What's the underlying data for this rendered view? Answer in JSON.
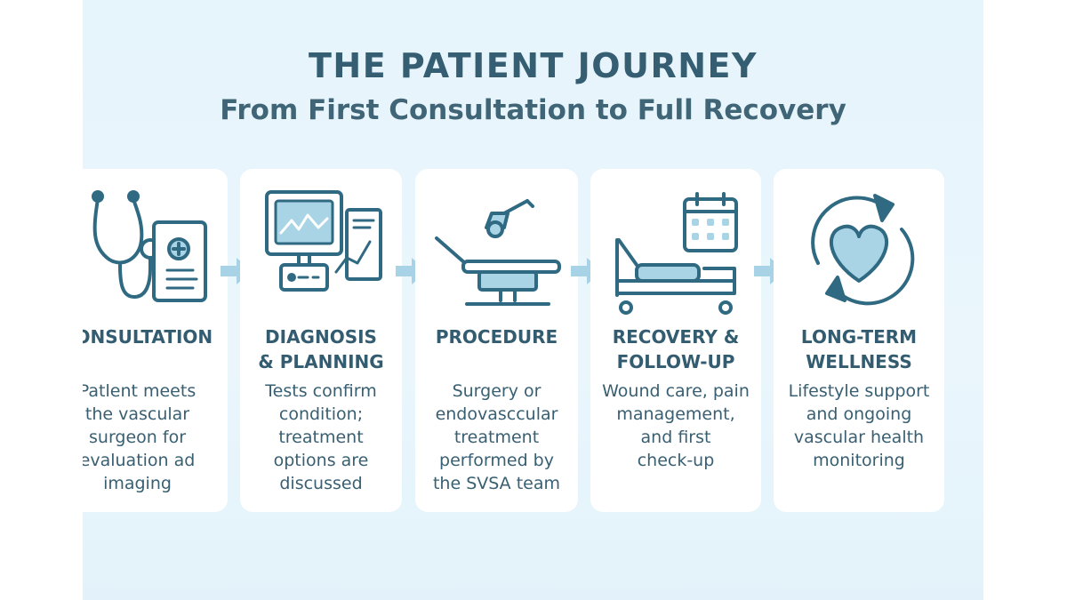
{
  "header": {
    "title": "THE PATIENT JOURNEY",
    "subtitle": "From First Consultation to Full Recovery"
  },
  "colors": {
    "icon_stroke": "#2f6a82",
    "icon_fill": "#a9d4e6",
    "arrow": "#a8d2e6",
    "text": "#355e73"
  },
  "steps": [
    {
      "icon": "stethoscope-icon",
      "title": "CONSULTATION",
      "text": "Patlent meets\nthe vascular\nsurgeon for\nevaluation ad\nimaging"
    },
    {
      "icon": "ultrasound-monitor-icon",
      "title": "DIAGNOSIS\n& PLANNING",
      "text": "Tests confirm\ncondition;\ntreatment\noptions are\ndiscussed"
    },
    {
      "icon": "operating-table-icon",
      "title": "PROCEDURE",
      "text": "Surgery or\nendovasccular\ntreatment\nperformed by\nthe SVSA team"
    },
    {
      "icon": "hospital-bed-calendar-icon",
      "title": "RECOVERY &\nFOLLOW-UP",
      "text": "Wound care, pain\nmanagement,\nand first\ncheck-up"
    },
    {
      "icon": "heart-cycle-icon",
      "title": "LONG-TERM\nWELLNESS",
      "text": "Lifestyle support\nand ongoing\nvascular health\nmonitoring"
    }
  ]
}
